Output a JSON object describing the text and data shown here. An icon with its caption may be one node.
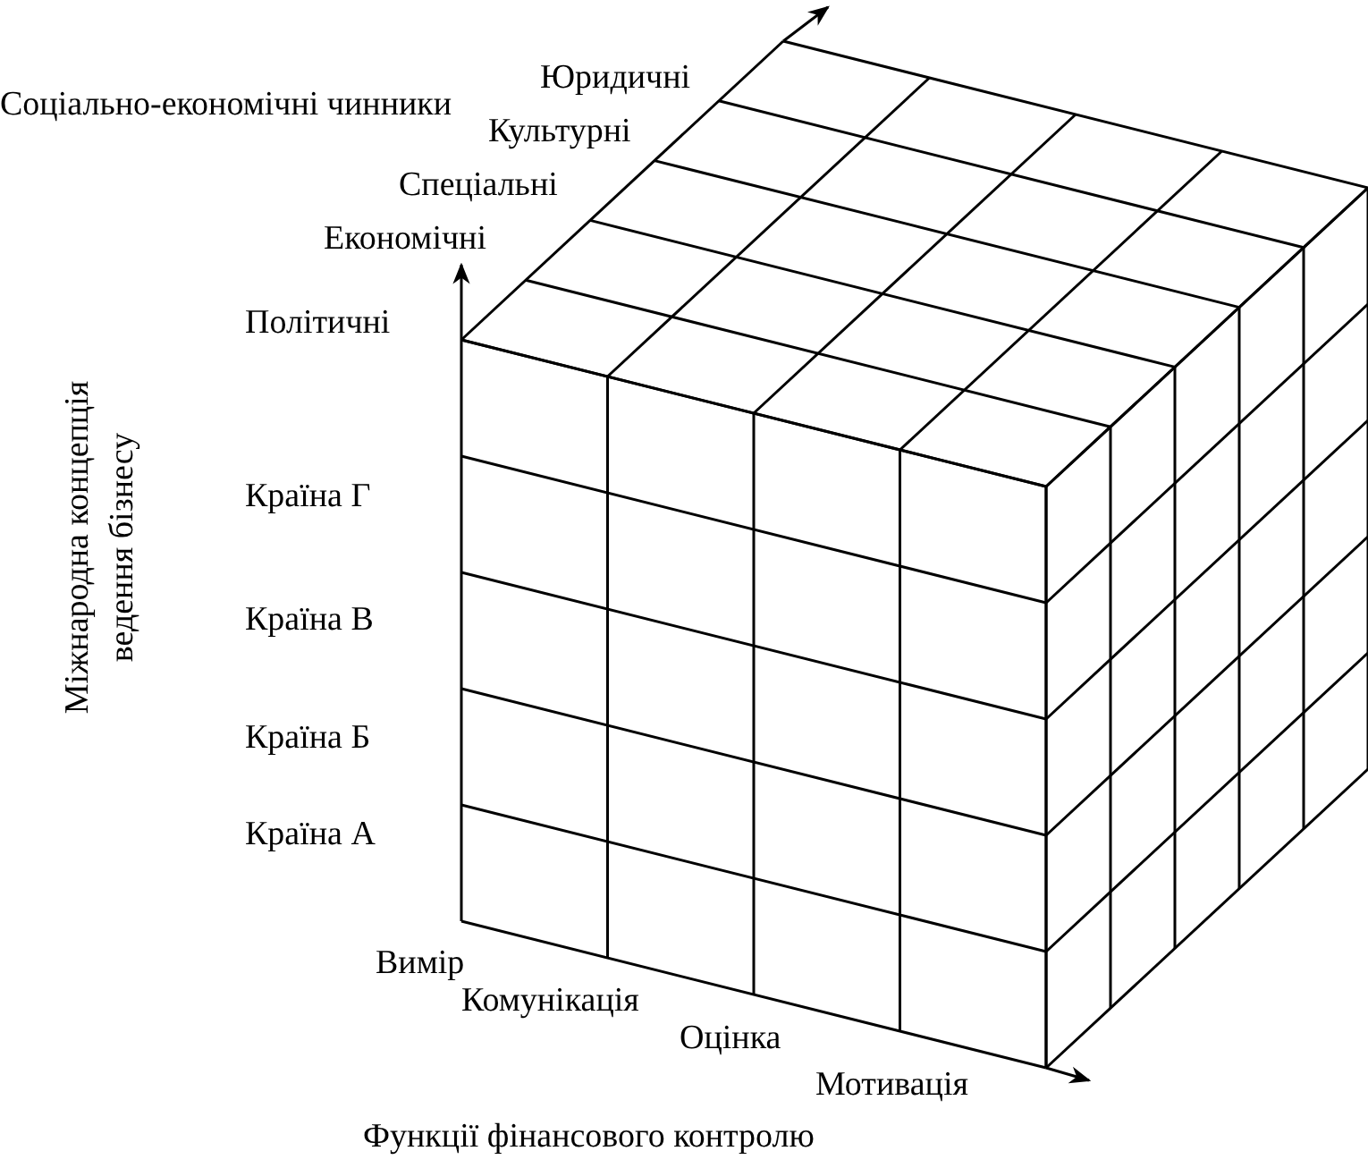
{
  "diagram": {
    "labels": [
      "Соціально-економічні чинники",
      "Юридичні",
      "Культурні",
      "Спеціальні",
      "Економічні",
      "Політичні",
      "Міжнародна концепція ведення бізнесу",
      "Країна Г",
      "Країна В",
      "Країна Б",
      "Країна А",
      "Вимір",
      "Комунікація",
      "Оцінка",
      "Мотивація",
      "Функції фінансового контролю"
    ]
  }
}
